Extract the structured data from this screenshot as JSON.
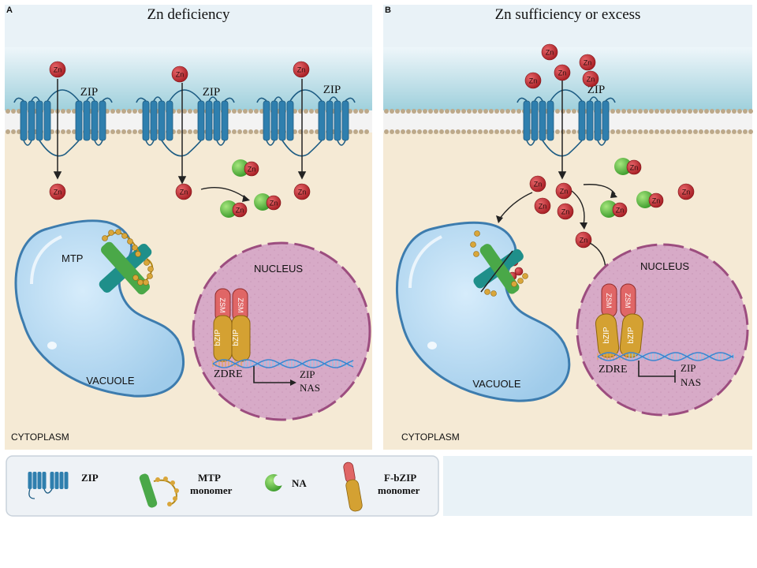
{
  "panel_a": {
    "letter": "A",
    "title": "Zn deficiency",
    "zip_label": "ZIP",
    "mtp_label": "MTP",
    "vacuole_label": "VACUOLE",
    "nucleus_label": "NUCLEUS",
    "cytoplasm_label": "CYTOPLASM",
    "zdre_label": "ZDRE",
    "target_zip": "ZIP",
    "target_nas": "NAS",
    "zsm": "ZSM",
    "bzip": "bZIP",
    "zn": "Zn"
  },
  "panel_b": {
    "letter": "B",
    "title": "Zn sufficiency or excess",
    "zip_label": "ZIP",
    "vacuole_label": "VACUOLE",
    "nucleus_label": "NUCLEUS",
    "cytoplasm_label": "CYTOPLASM",
    "zdre_label": "ZDRE",
    "target_zip": "ZIP",
    "target_nas": "NAS",
    "zsm": "ZSM",
    "bzip": "bZIP",
    "zn": "Zn"
  },
  "legend": {
    "zip": "ZIP",
    "mtp_line1": "MTP",
    "mtp_line2": "monomer",
    "na": "NA",
    "fbzip_line1": "F-bZIP",
    "fbzip_line2": "monomer"
  },
  "colors": {
    "membrane_blue": "#2f7fae",
    "zn_red": "#c0262c",
    "na_green": "#5cbf3a",
    "mtp_teal": "#1f8f8a",
    "mtp_green": "#4aa848",
    "nucleus": "#d5a7c4",
    "vacuole": "#b9daf2",
    "zsm_red": "#e06666",
    "bzip_gold": "#d4a132",
    "dna_blue": "#5aa7e0"
  }
}
